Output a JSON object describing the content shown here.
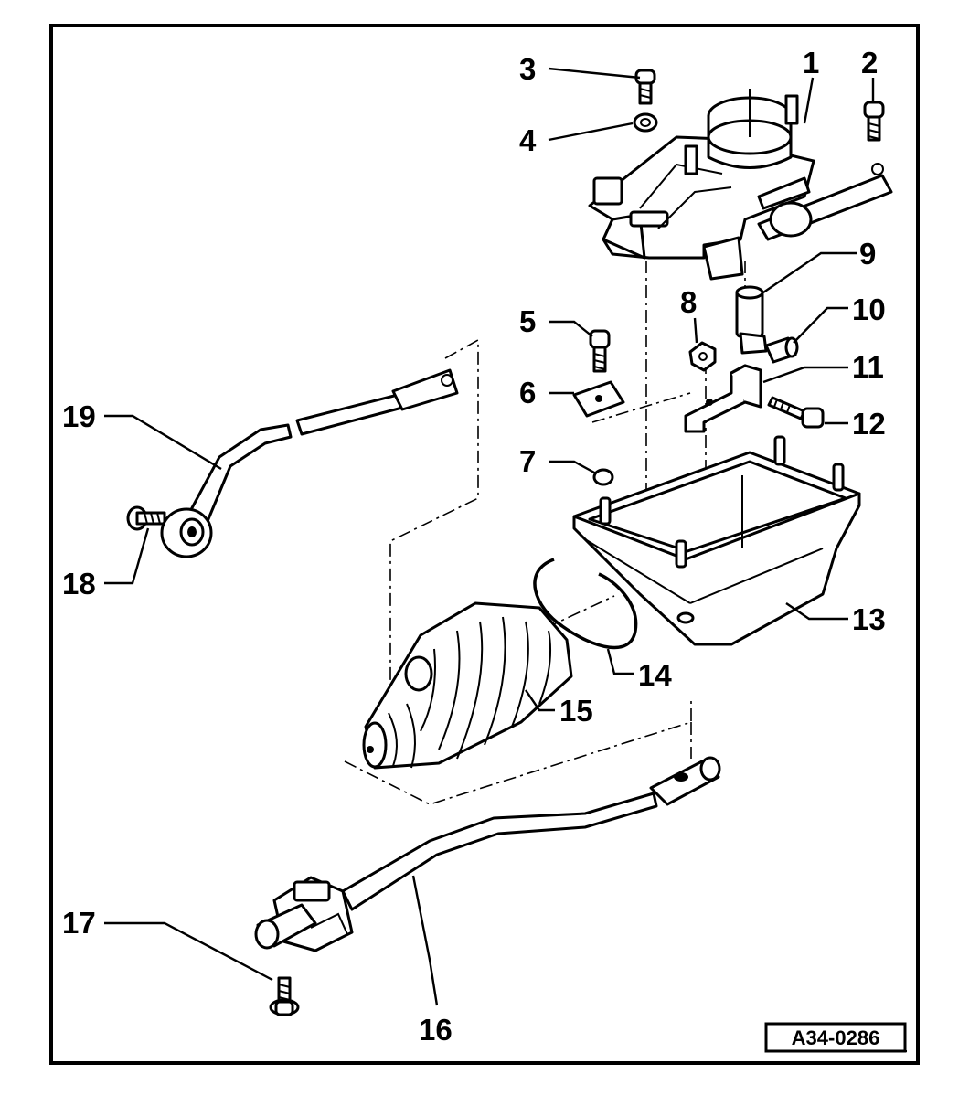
{
  "reference_code": "A34-0286",
  "callouts": {
    "c1": "1",
    "c2": "2",
    "c3": "3",
    "c4": "4",
    "c5": "5",
    "c6": "6",
    "c7": "7",
    "c8": "8",
    "c9": "9",
    "c10": "10",
    "c11": "11",
    "c12": "12",
    "c13": "13",
    "c14": "14",
    "c15": "15",
    "c16": "16",
    "c17": "17",
    "c18": "18",
    "c19": "19"
  }
}
